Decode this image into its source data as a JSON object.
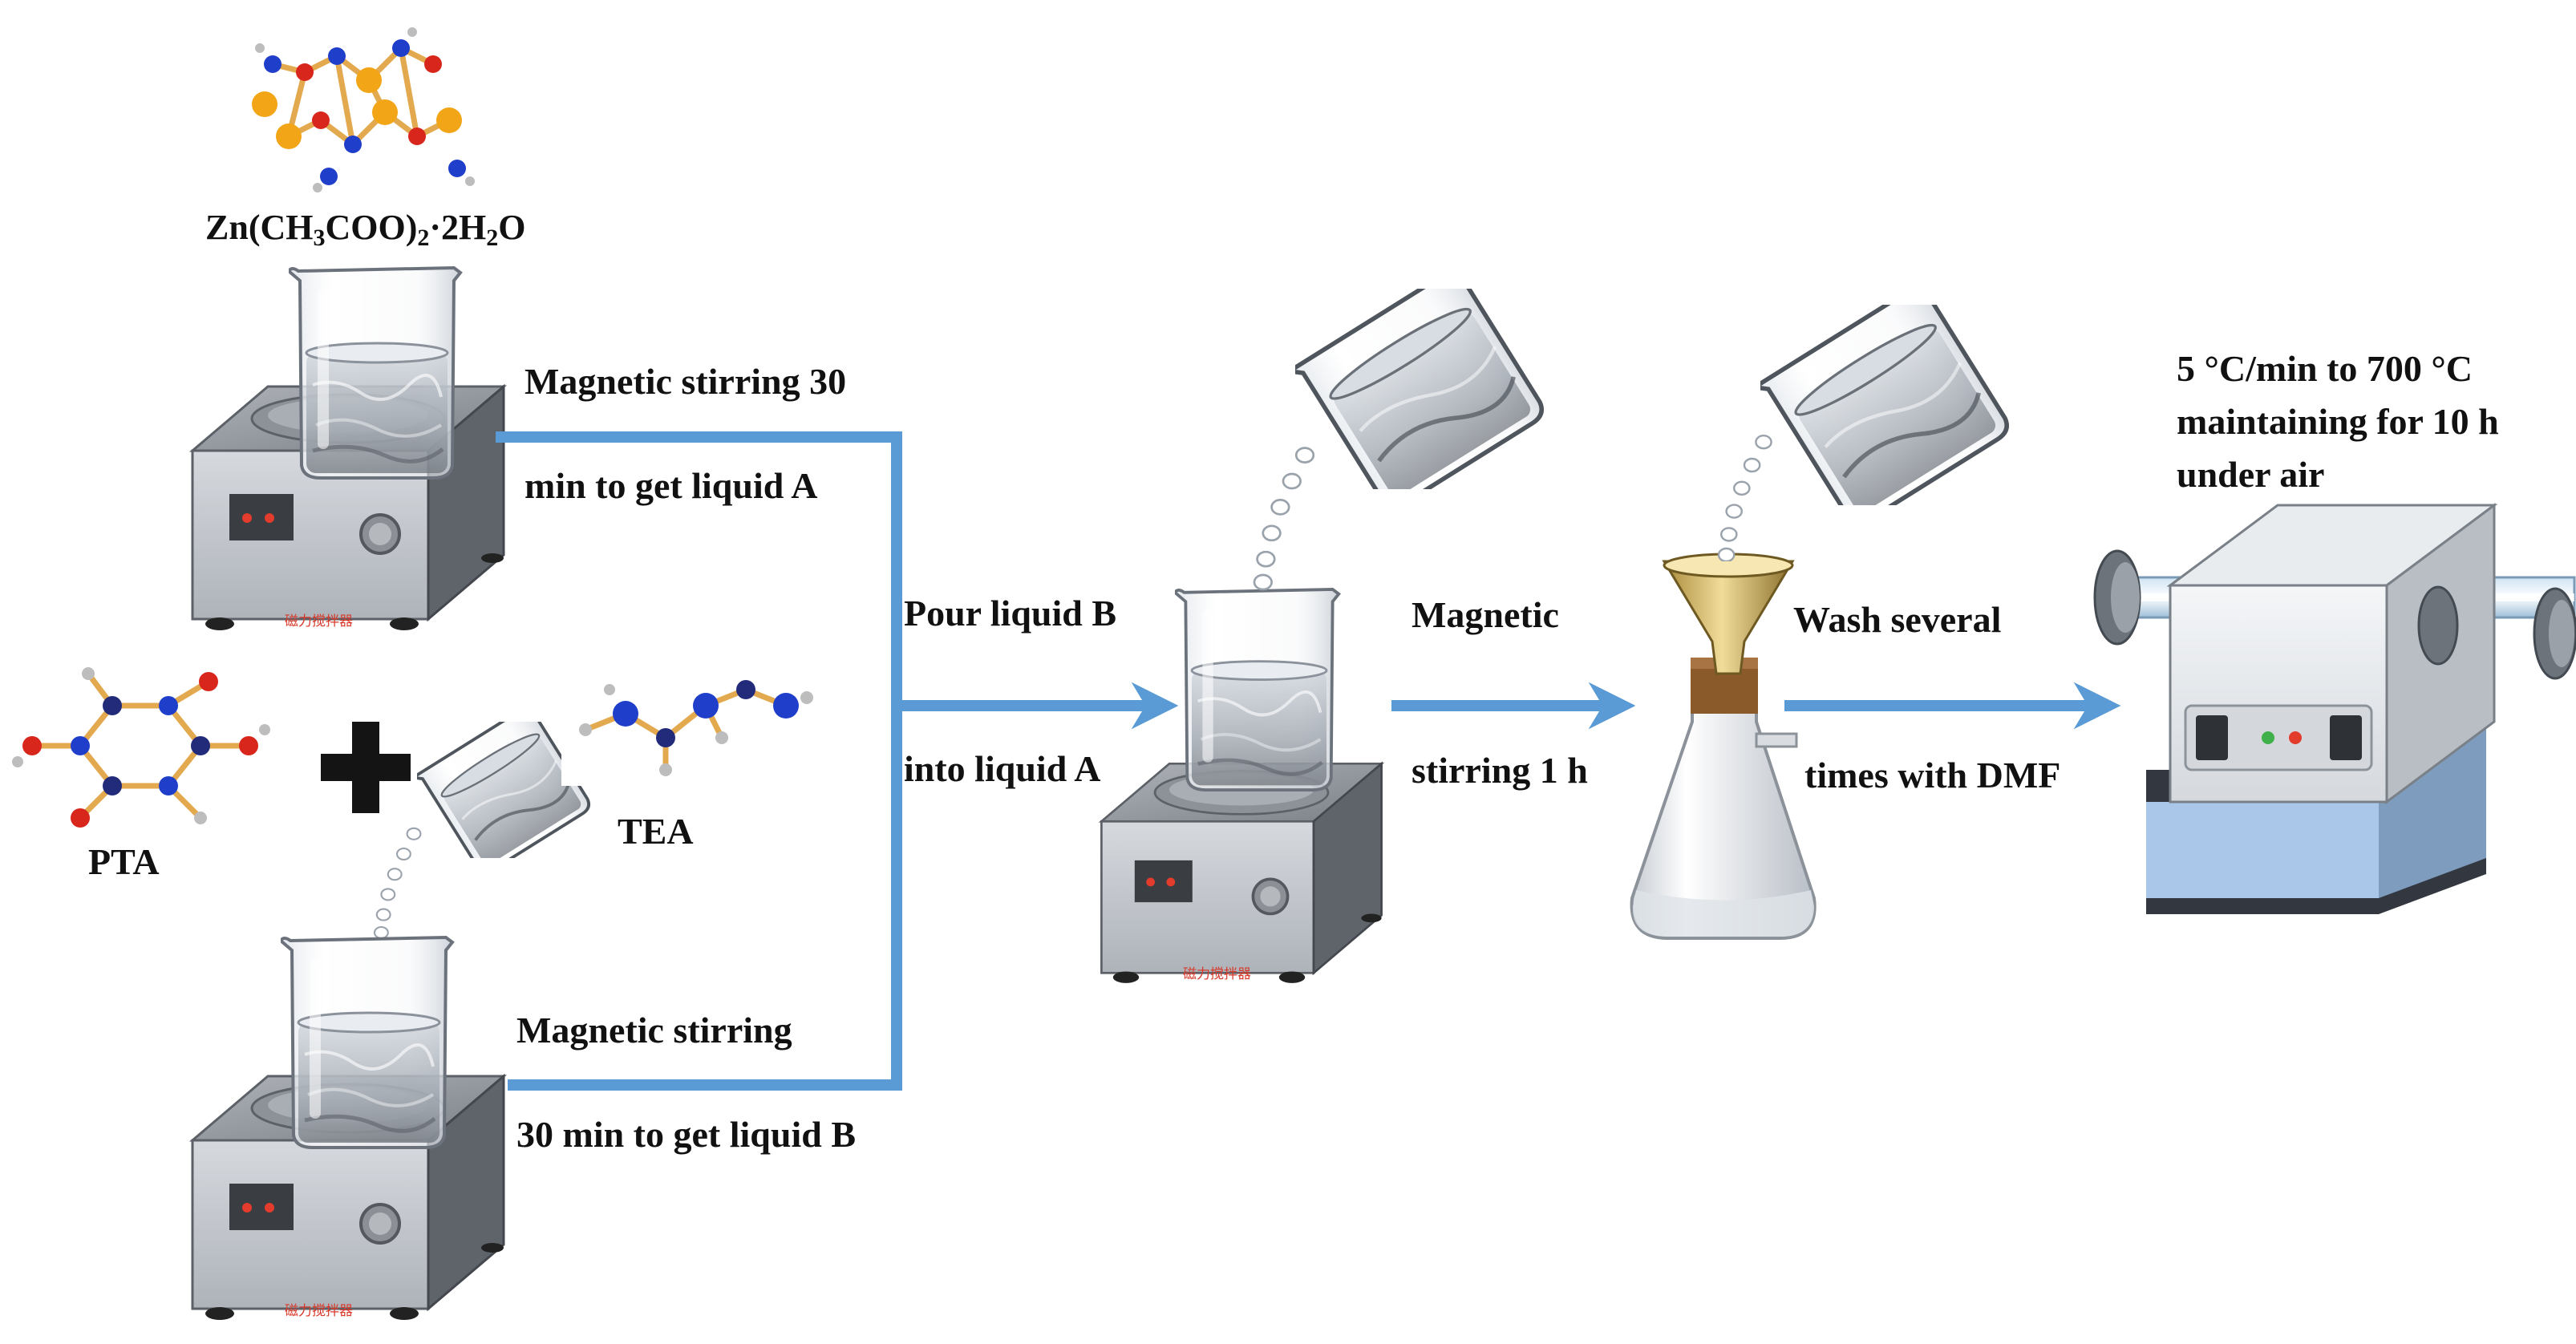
{
  "colors": {
    "arrow": "#5b9bd5",
    "zinc": "#f2a516",
    "oxygen": "#d9261c",
    "nitrogen": "#1f3ec9",
    "carbon": "#222a7a",
    "hydrogen": "#bdbdbd",
    "bond": "#e3a94e",
    "stirrer_body": "#c9cdd3",
    "furnace_panel": "#aac7ea",
    "cross": "#141414"
  },
  "labels": {
    "zinc_precursor": {
      "parts": [
        "Zn(CH",
        "3",
        "COO)",
        "2",
        "·2H",
        "2",
        "O"
      ]
    },
    "pta": "PTA",
    "tea": "TEA",
    "step_a_line1": "Magnetic stirring 30",
    "step_a_line2": "min to get liquid A",
    "step_b_line1": "Magnetic stirring",
    "step_b_line2": "30 min to get liquid B",
    "pour_line1": "Pour liquid B",
    "pour_line2": "into liquid A",
    "stir_line1": "Magnetic",
    "stir_line2": "stirring 1 h",
    "wash_line1": "Wash several",
    "wash_line2": "times  with DMF",
    "furnace_line1": "5 °C/min to 700 °C",
    "furnace_line2": "maintaining for 10 h",
    "furnace_line3": "under air"
  },
  "stirrer_text": "磁力搅拌器",
  "icons": [
    "zinc-acetate-molecule-icon",
    "pta-molecule-icon",
    "tea-molecule-icon",
    "plus-icon",
    "beaker-icon",
    "magnetic-stirrer-icon",
    "pouring-beaker-icon",
    "droplets-icon",
    "filter-funnel-flask-icon",
    "tube-furnace-icon",
    "arrow-icon"
  ]
}
